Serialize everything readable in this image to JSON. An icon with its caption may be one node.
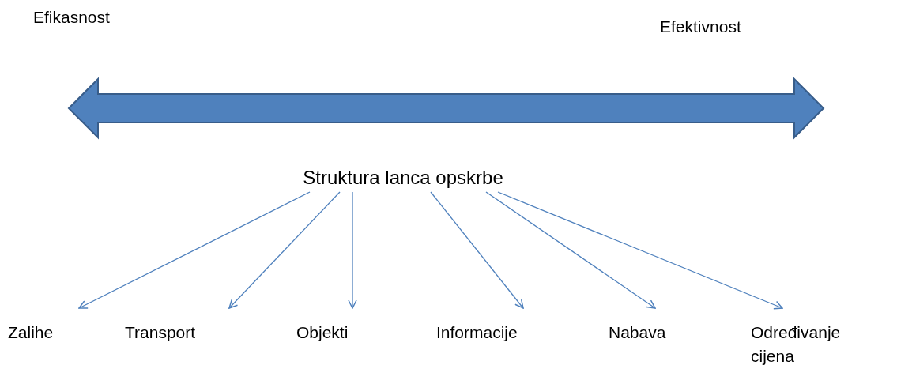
{
  "diagram": {
    "nodes": [
      {
        "text": [
          "Struktura lanca opskrbe"
        ]
      },
      {
        "text": [
          "Zalihe"
        ]
      },
      {
        "text": [
          "Transport"
        ]
      },
      {
        "text": [
          "Objekti"
        ]
      },
      {
        "text": [
          "Informacije"
        ]
      },
      {
        "text": [
          "Nabava"
        ]
      },
      {
        "text": [
          "Određivanje cijena"
        ]
      }
    ],
    "edges": [
      {
        "from": 0,
        "to": 1,
        "arrow": "to"
      },
      {
        "from": 0,
        "to": 2,
        "arrow": "to"
      },
      {
        "from": 0,
        "to": 3,
        "arrow": "to"
      },
      {
        "from": 0,
        "to": 4,
        "arrow": "to"
      },
      {
        "from": 0,
        "to": 5,
        "arrow": "to"
      },
      {
        "from": 0,
        "to": 6,
        "arrow": "to"
      }
    ],
    "labels": [
      "Efikasnost",
      "Efektivnost"
    ]
  }
}
